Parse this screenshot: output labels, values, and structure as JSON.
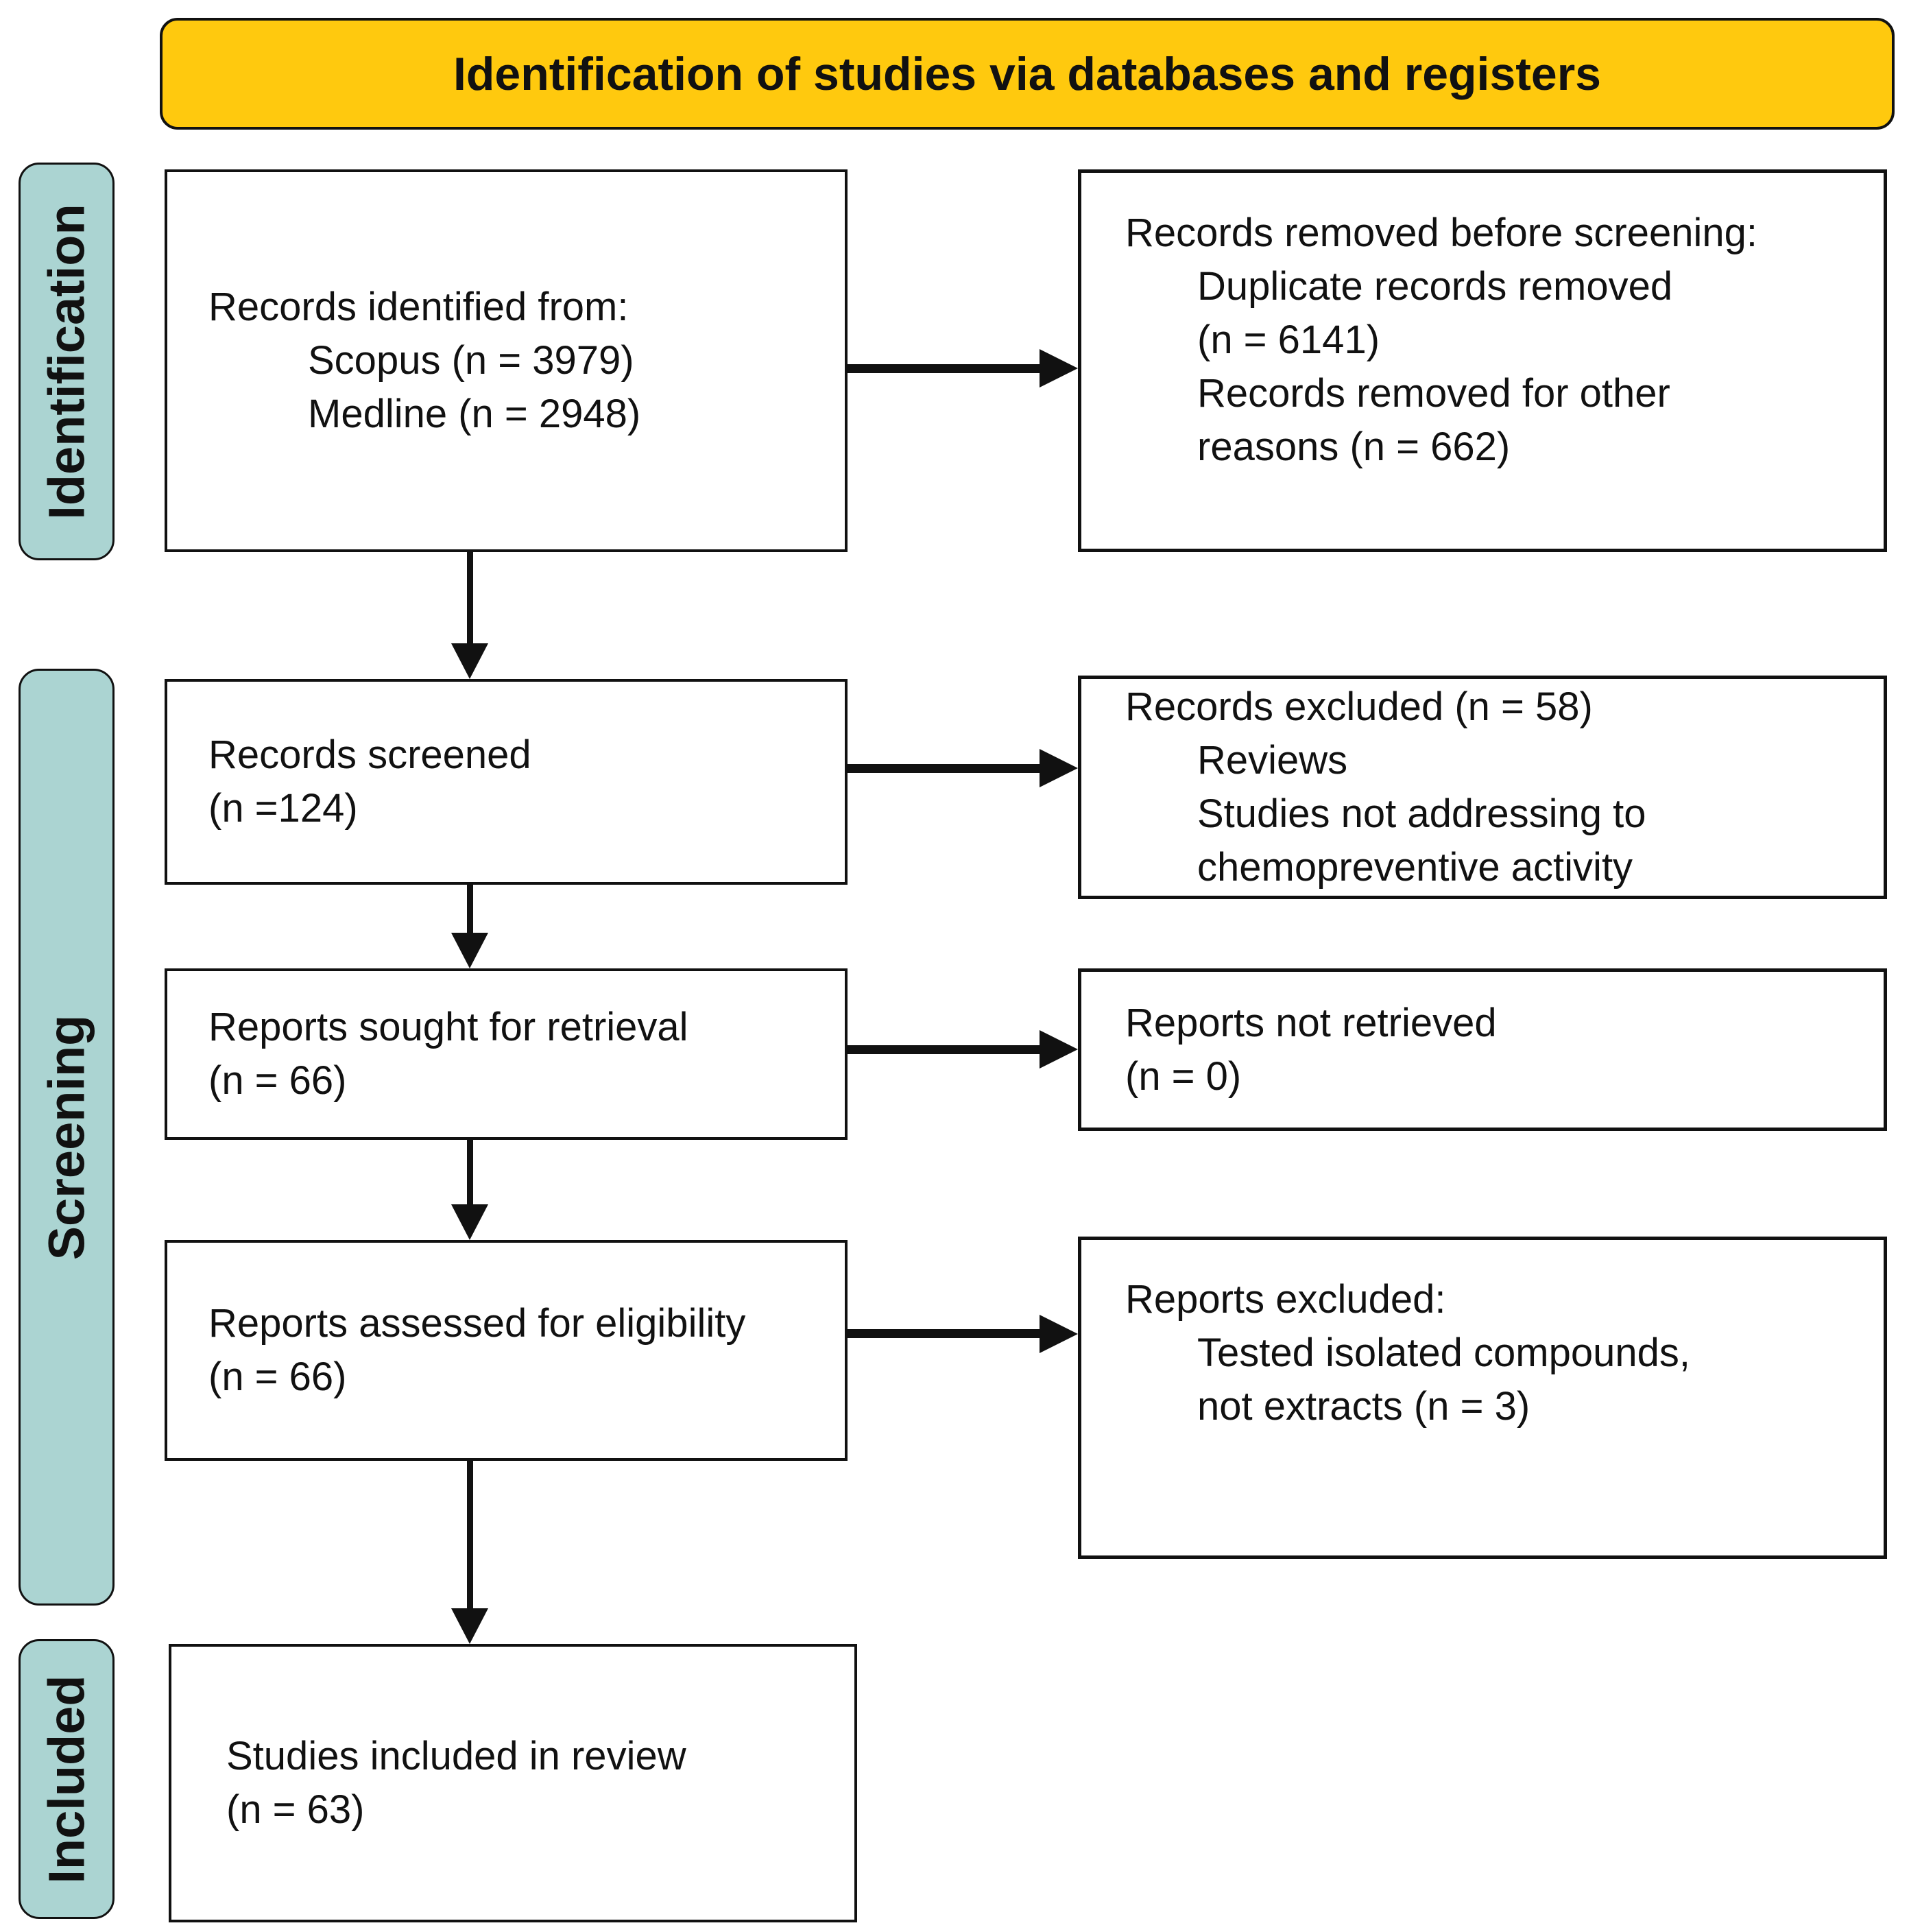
{
  "title": "Identification of studies via databases and registers",
  "colors": {
    "banner_bg": "#FFC90E",
    "stage_bg": "#ABD4D2",
    "ink": "#111111",
    "box_bg": "#FFFFFF"
  },
  "stages": {
    "identification": "Identification",
    "screening": "Screening",
    "included": "Included"
  },
  "boxes": {
    "records_identified": {
      "line1": "Records identified from:",
      "line2": "Scopus (n = 3979)",
      "line3": "Medline (n = 2948)"
    },
    "records_removed": {
      "line1": "Records removed before screening:",
      "line2": "Duplicate records removed",
      "line3": "(n = 6141)",
      "line4": "Records removed for other",
      "line5": "reasons (n = 662)"
    },
    "records_screened": {
      "line1": "Records screened",
      "line2": "(n =124)"
    },
    "records_excluded": {
      "line1": "Records excluded (n = 58)",
      "line2": "Reviews",
      "line3": "Studies not addressing to",
      "line4": "chemopreventive activity"
    },
    "reports_sought": {
      "line1": "Reports sought for retrieval",
      "line2": "(n = 66)"
    },
    "reports_not_retrieved": {
      "line1": "Reports not retrieved",
      "line2": "(n = 0)"
    },
    "reports_assessed": {
      "line1": "Reports assessed for eligibility",
      "line2": "(n = 66)"
    },
    "reports_excluded": {
      "line1": "Reports excluded:",
      "line2": "Tested isolated compounds,",
      "line3": "not extracts (n = 3)"
    },
    "studies_included": {
      "line1": "Studies included in review",
      "line2": "(n = 63)"
    }
  }
}
